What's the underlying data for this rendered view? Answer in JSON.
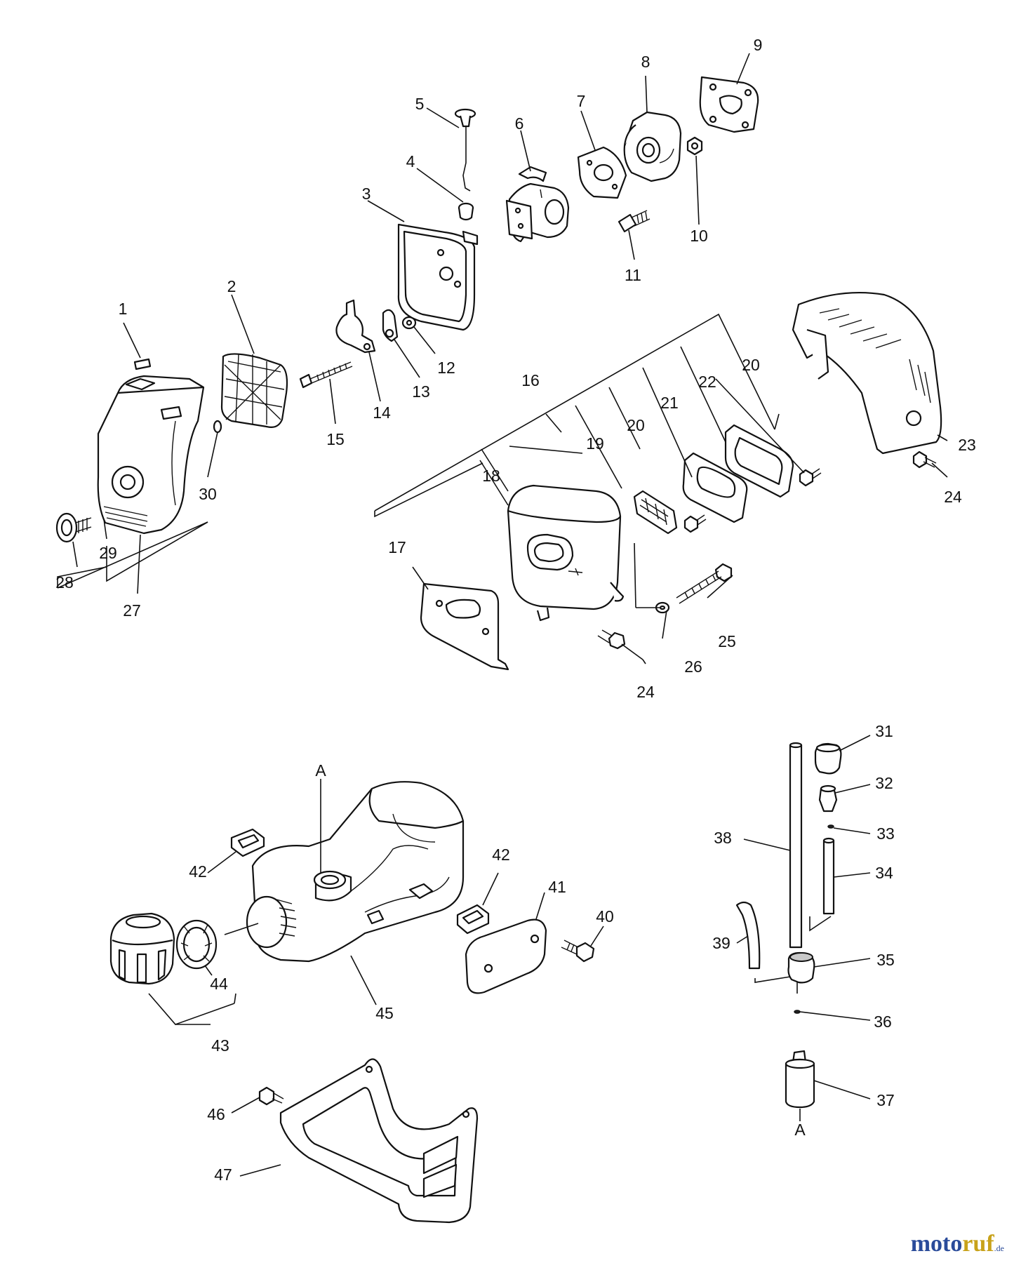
{
  "diagram": {
    "part_labels": [
      {
        "id": "1",
        "text": "1"
      },
      {
        "id": "2",
        "text": "2"
      },
      {
        "id": "3",
        "text": "3"
      },
      {
        "id": "4",
        "text": "4"
      },
      {
        "id": "5",
        "text": "5"
      },
      {
        "id": "6",
        "text": "6"
      },
      {
        "id": "7",
        "text": "7"
      },
      {
        "id": "8",
        "text": "8"
      },
      {
        "id": "9",
        "text": "9"
      },
      {
        "id": "10",
        "text": "10"
      },
      {
        "id": "11",
        "text": "11"
      },
      {
        "id": "12",
        "text": "12"
      },
      {
        "id": "13",
        "text": "13"
      },
      {
        "id": "14",
        "text": "14"
      },
      {
        "id": "15",
        "text": "15"
      },
      {
        "id": "16",
        "text": "16"
      },
      {
        "id": "17",
        "text": "17"
      },
      {
        "id": "18",
        "text": "18"
      },
      {
        "id": "19",
        "text": "19"
      },
      {
        "id": "20a",
        "text": "20"
      },
      {
        "id": "20b",
        "text": "20"
      },
      {
        "id": "21",
        "text": "21"
      },
      {
        "id": "22",
        "text": "22"
      },
      {
        "id": "23",
        "text": "23"
      },
      {
        "id": "24a",
        "text": "24"
      },
      {
        "id": "24b",
        "text": "24"
      },
      {
        "id": "25",
        "text": "25"
      },
      {
        "id": "26",
        "text": "26"
      },
      {
        "id": "27",
        "text": "27"
      },
      {
        "id": "28",
        "text": "28"
      },
      {
        "id": "29",
        "text": "29"
      },
      {
        "id": "30",
        "text": "30"
      },
      {
        "id": "31",
        "text": "31"
      },
      {
        "id": "32",
        "text": "32"
      },
      {
        "id": "33",
        "text": "33"
      },
      {
        "id": "34",
        "text": "34"
      },
      {
        "id": "35",
        "text": "35"
      },
      {
        "id": "36",
        "text": "36"
      },
      {
        "id": "37",
        "text": "37"
      },
      {
        "id": "38",
        "text": "38"
      },
      {
        "id": "39",
        "text": "39"
      },
      {
        "id": "40",
        "text": "40"
      },
      {
        "id": "41",
        "text": "41"
      },
      {
        "id": "42a",
        "text": "42"
      },
      {
        "id": "42b",
        "text": "42"
      },
      {
        "id": "43",
        "text": "43"
      },
      {
        "id": "44",
        "text": "44"
      },
      {
        "id": "45",
        "text": "45"
      },
      {
        "id": "46",
        "text": "46"
      },
      {
        "id": "47",
        "text": "47"
      },
      {
        "id": "A1",
        "text": "A"
      },
      {
        "id": "A2",
        "text": "A"
      }
    ]
  },
  "watermark": {
    "part1": "moto",
    "part2": "ruf",
    "suffix": ".de"
  }
}
